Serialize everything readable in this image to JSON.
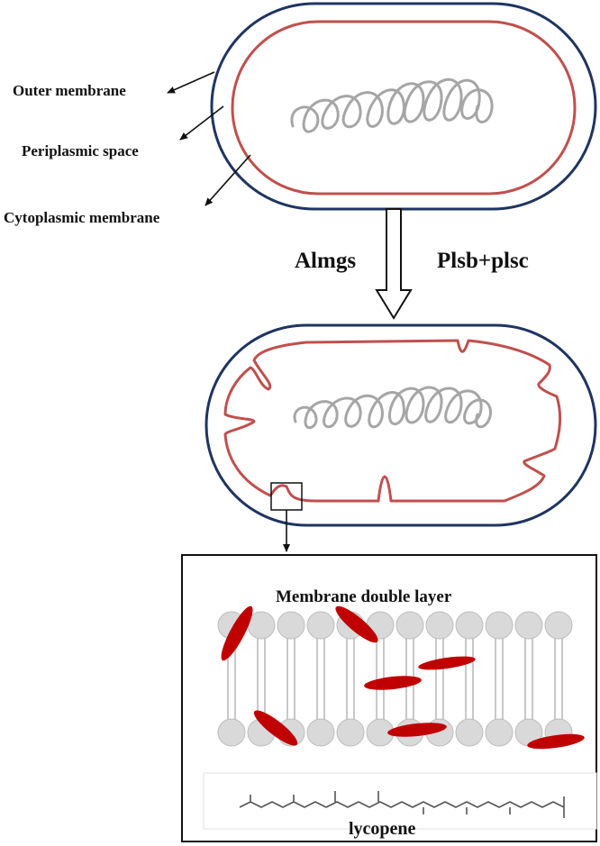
{
  "labels": {
    "outer_membrane": "Outer membrane",
    "periplasmic_space": "Periplasmic space",
    "cytoplasmic_membrane": "Cytoplasmic membrane",
    "gene_left": "Almgs",
    "gene_right": "Plsb+plsc",
    "inset_title": "Membrane double layer",
    "molecule": "lycopene"
  },
  "colors": {
    "outer_membrane": "#1f3461",
    "cytoplasmic_membrane": "#c0504d",
    "dna": "#a6a6a6",
    "lipid_head": "#d9d9d9",
    "lycopene": "#c00000",
    "text": "#111111"
  }
}
